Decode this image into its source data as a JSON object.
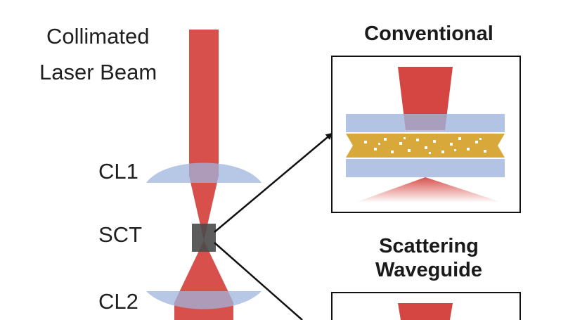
{
  "labels": {
    "beam_line1": "Collimated",
    "beam_line2": "Laser Beam",
    "cl1": "CL1",
    "sct": "SCT",
    "cl2": "CL2"
  },
  "panels": {
    "conventional_title": "Conventional",
    "scattering_title_line1": "Scattering",
    "scattering_title_line2": "Waveguide"
  },
  "colors": {
    "beam_red": "#d0312d",
    "lens_blue": "#9fb4dd",
    "sample_gold": "#d9a83a",
    "sct_gray": "#4a4a4a",
    "box_border": "#111111"
  }
}
